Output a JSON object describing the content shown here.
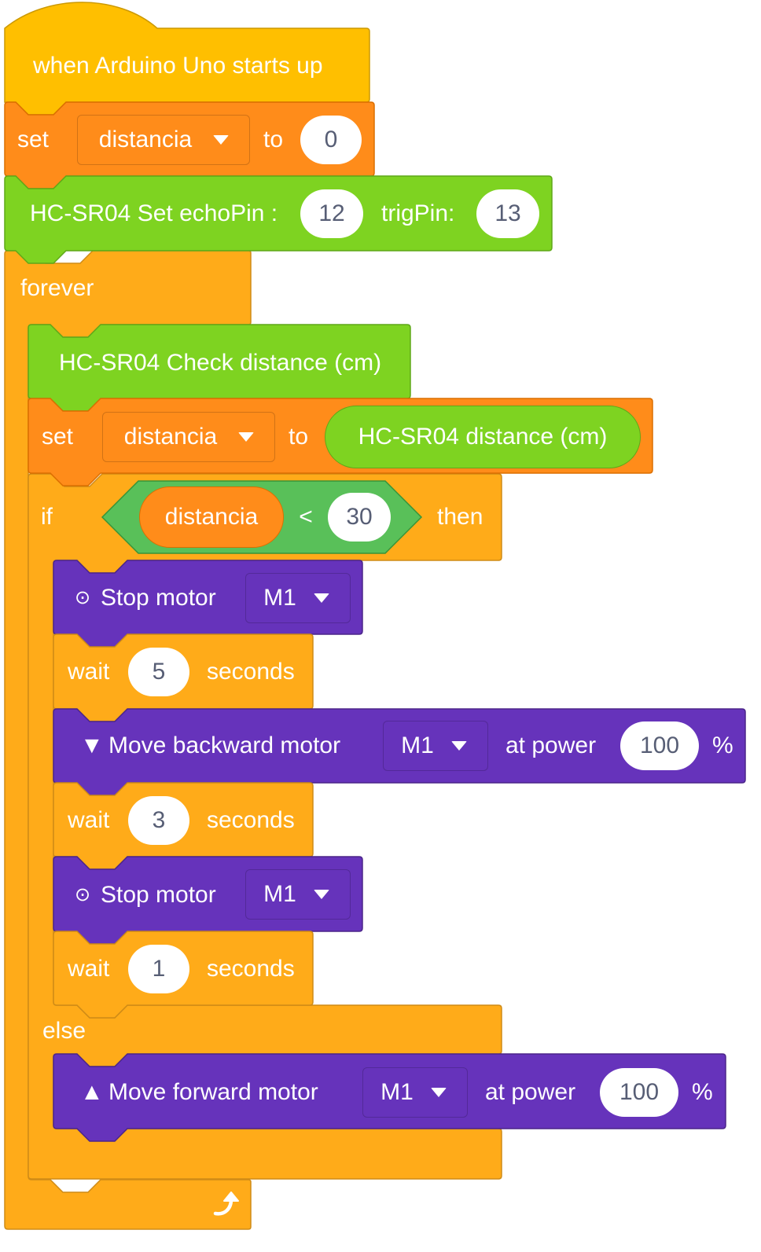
{
  "colors": {
    "events": "#ffbf00",
    "variables": "#ff8c1a",
    "sensor": "#7ed321",
    "control": "#ffab19",
    "operator": "#59c059",
    "motor": "#6633bb"
  },
  "hat": {
    "label": "when Arduino Uno starts up"
  },
  "set_init": {
    "set": "set",
    "variable": "distancia",
    "to": "to",
    "value": "0"
  },
  "hcsr04_setup": {
    "label": "HC-SR04 Set echoPin :",
    "echo": "12",
    "trig_label": "trigPin:",
    "trig": "13"
  },
  "forever": {
    "label": "forever",
    "loop_icon": "loop-arrow-icon"
  },
  "check": {
    "label": "HC-SR04 Check distance (cm)"
  },
  "set_loop": {
    "set": "set",
    "variable": "distancia",
    "to": "to",
    "reporter": "HC-SR04 distance (cm)"
  },
  "if_block": {
    "if": "if",
    "then": "then",
    "else": "else",
    "condition": {
      "left": "distancia",
      "op": "<",
      "right": "30"
    }
  },
  "stop1": {
    "icon": "⊙",
    "label": "Stop motor",
    "motor": "M1"
  },
  "wait1": {
    "wait": "wait",
    "value": "5",
    "seconds": "seconds"
  },
  "backward": {
    "icon": "▼",
    "label": "Move backward motor",
    "motor": "M1",
    "at_power": "at power",
    "value": "100",
    "pct": "%"
  },
  "wait2": {
    "wait": "wait",
    "value": "3",
    "seconds": "seconds"
  },
  "stop2": {
    "icon": "⊙",
    "label": "Stop motor",
    "motor": "M1"
  },
  "wait3": {
    "wait": "wait",
    "value": "1",
    "seconds": "seconds"
  },
  "forward": {
    "icon": "▲",
    "label": "Move forward motor",
    "motor": "M1",
    "at_power": "at power",
    "value": "100",
    "pct": "%"
  }
}
